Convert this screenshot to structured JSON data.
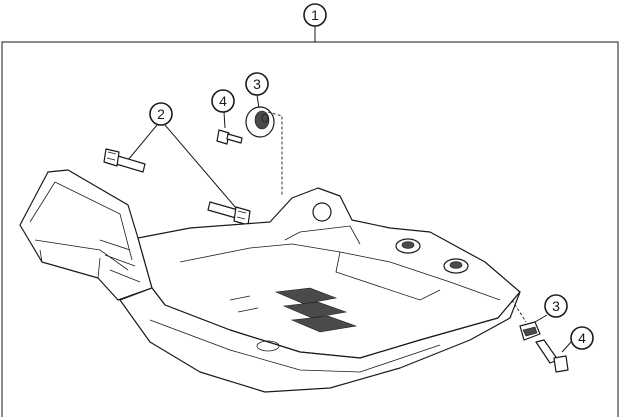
{
  "callouts": [
    {
      "id": "assembly",
      "label": "1"
    },
    {
      "id": "screw-long",
      "label": "2"
    },
    {
      "id": "rubber-bushing-top",
      "label": "3"
    },
    {
      "id": "screw-short-top",
      "label": "4"
    },
    {
      "id": "rubber-bushing-right",
      "label": "3"
    },
    {
      "id": "screw-short-right",
      "label": "4"
    }
  ]
}
